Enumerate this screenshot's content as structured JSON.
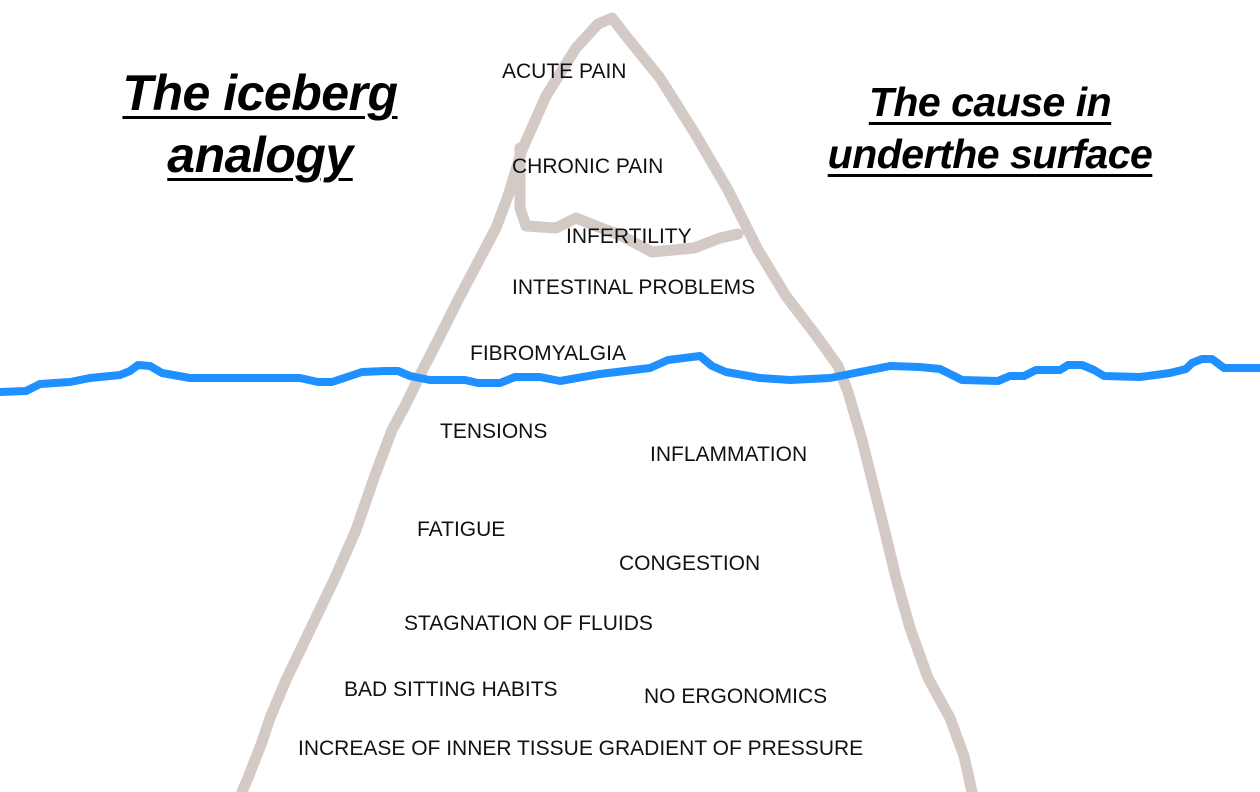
{
  "titles": {
    "left": "The iceberg analogy",
    "right": "The cause in underthe surface"
  },
  "above_surface": [
    "ACUTE PAIN",
    "CHRONIC PAIN",
    "INFERTILITY",
    "INTESTINAL PROBLEMS",
    "FIBROMYALGIA"
  ],
  "below_surface": [
    "TENSIONS",
    "INFLAMMATION",
    "FATIGUE",
    "CONGESTION",
    "STAGNATION OF FLUIDS",
    "BAD SITTING HABITS",
    "NO ERGONOMICS",
    "INCREASE OF INNER TISSUE GRADIENT OF PRESSURE"
  ],
  "colors": {
    "waterline": "#1e90ff",
    "iceberg_outline": "#d3cac6",
    "text": "#111111"
  }
}
